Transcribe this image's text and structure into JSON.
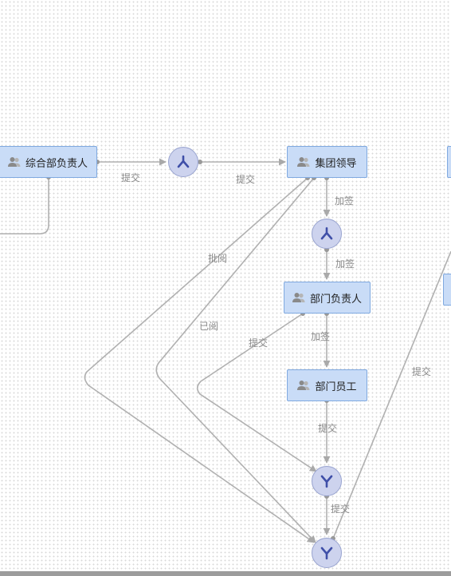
{
  "nodes": {
    "zonghebu": {
      "label": "综合部负责人",
      "icon": "user-group-icon"
    },
    "jituan": {
      "label": "集团领导",
      "icon": "user-group-icon"
    },
    "bumen_fuzeren": {
      "label": "部门负责人",
      "icon": "user-group-icon"
    },
    "bumen_yuangong": {
      "label": "部门员工",
      "icon": "user-group-icon"
    }
  },
  "gateways": {
    "split_top": {
      "icon": "fork-split-icon"
    },
    "split_mid": {
      "icon": "fork-split-icon"
    },
    "join_mid": {
      "icon": "merge-join-icon"
    },
    "join_bottom": {
      "icon": "merge-join-icon"
    }
  },
  "edge_labels": {
    "submit_1": "提交",
    "submit_2": "提交",
    "add_sign_1": "加签",
    "add_sign_2": "加签",
    "approve": "批阅",
    "read": "已阅",
    "submit_3": "提交",
    "add_sign_3": "加签",
    "submit_4": "提交",
    "submit_5": "提交",
    "submit_6": "提交"
  },
  "colors": {
    "task_fill": "#c9dcf7",
    "task_border": "#7fa9e0",
    "gateway_fill": "#cdd3ee",
    "gateway_icon": "#3f4fa8",
    "edge": "#a9a9a9"
  }
}
